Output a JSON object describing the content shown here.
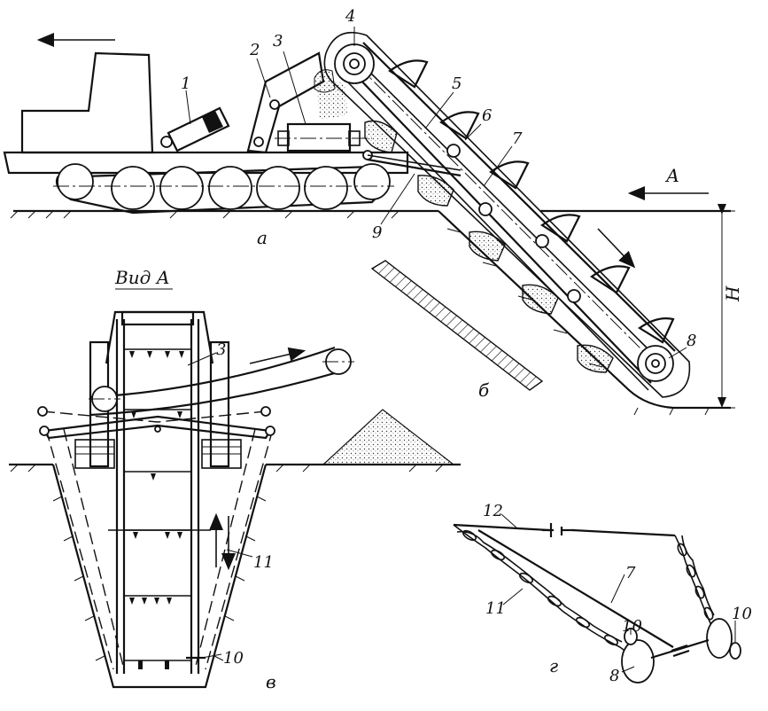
{
  "views": {
    "a": "а",
    "b": "б",
    "v": "в",
    "g": "г"
  },
  "view_a_caption": "Вид А",
  "direction_label": "А",
  "depth_label": "Н",
  "callouts": [
    "1",
    "2",
    "3",
    "4",
    "5",
    "6",
    "7",
    "8",
    "9",
    "10",
    "11",
    "12"
  ]
}
